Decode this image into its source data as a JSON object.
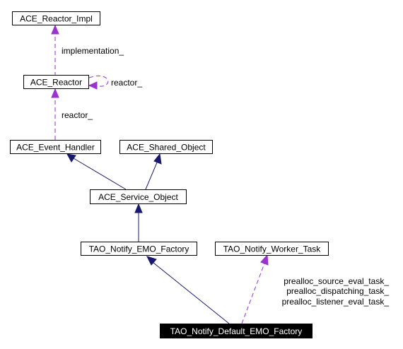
{
  "diagram": {
    "nodes": {
      "reactor_impl": "ACE_Reactor_Impl",
      "reactor": "ACE_Reactor",
      "event_handler": "ACE_Event_Handler",
      "shared_object": "ACE_Shared_Object",
      "service_object": "ACE_Service_Object",
      "emo_factory": "TAO_Notify_EMO_Factory",
      "worker_task": "TAO_Notify_Worker_Task",
      "default_emo_factory": "TAO_Notify_Default_EMO_Factory"
    },
    "edge_labels": {
      "implementation": "implementation_",
      "reactor_self": "reactor_",
      "reactor_handler": "reactor_",
      "prealloc_source": "prealloc_source_eval_task_",
      "prealloc_dispatching": "prealloc_dispatching_task_",
      "prealloc_listener": "prealloc_listener_eval_task_"
    },
    "colors": {
      "inheritance": "#191970",
      "usage": "#9a32cd",
      "focus_fill": "#000000",
      "focus_text": "#ffffff"
    }
  }
}
